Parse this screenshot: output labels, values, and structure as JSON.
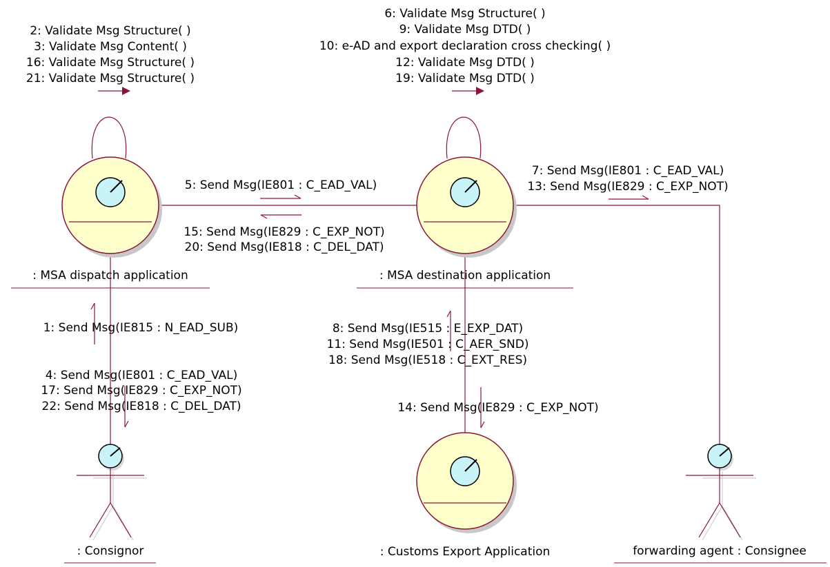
{
  "objects": {
    "msa_dispatch": {
      "name": ": MSA dispatch application"
    },
    "msa_destination": {
      "name": ": MSA destination application"
    },
    "customs_export": {
      "name": ": Customs Export Application"
    }
  },
  "actors": {
    "consignor": {
      "name": ": Consignor"
    },
    "consignee": {
      "name": "forwarding agent : Consignee"
    }
  },
  "messages": {
    "dispatch_self": [
      "2: Validate Msg Structure( )",
      "3: Validate Msg Content( )",
      "16: Validate Msg Structure( )",
      "21: Validate Msg Structure( )"
    ],
    "destination_self": [
      "6: Validate Msg Structure( )",
      "9: Validate Msg DTD( )",
      "10: e-AD and export declaration cross checking( )",
      "12: Validate Msg DTD( )",
      "19: Validate Msg DTD( )"
    ],
    "dispatch_to_destination": [
      "5: Send Msg(IE801 : C_EAD_VAL)"
    ],
    "destination_to_dispatch": [
      "15: Send Msg(IE829 : C_EXP_NOT)",
      "20: Send Msg(IE818 : C_DEL_DAT)"
    ],
    "destination_to_consignee": [
      "7: Send Msg(IE801 : C_EAD_VAL)",
      "13: Send Msg(IE829 : C_EXP_NOT)"
    ],
    "consignor_to_dispatch": [
      "1: Send Msg(IE815 : N_EAD_SUB)"
    ],
    "dispatch_to_consignor": [
      "4: Send Msg(IE801 : C_EAD_VAL)",
      "17: Send Msg(IE829 : C_EXP_NOT)",
      "22: Send Msg(IE818 : C_DEL_DAT)"
    ],
    "customs_to_destination": [
      "8: Send Msg(IE515 : E_EXP_DAT)",
      "11: Send Msg(IE501 : C_AER_SND)",
      "18: Send Msg(IE518 : C_EXT_RES)"
    ],
    "destination_to_customs": [
      "14: Send Msg(IE829 : C_EXP_NOT)"
    ]
  },
  "colors": {
    "line": "#8a1538",
    "object_fill": "#ffffcc",
    "clock_fill": "#c8f4f8",
    "shadow": "#c8c8c8",
    "text": "#000000"
  }
}
